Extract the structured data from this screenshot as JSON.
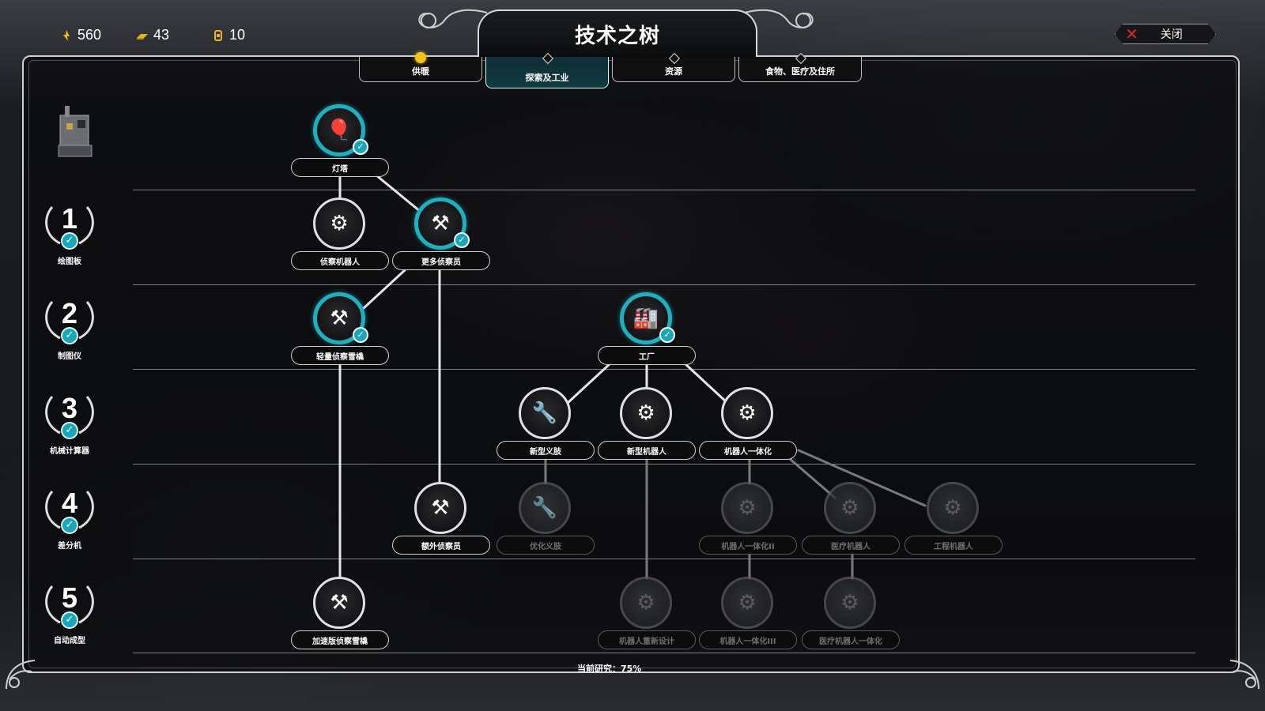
{
  "resources": [
    {
      "icon": "heat-icon",
      "value": "560"
    },
    {
      "icon": "steel-icon",
      "value": "43"
    },
    {
      "icon": "steam-core-icon",
      "value": "10"
    }
  ],
  "title": "技术之树",
  "close_label": "关闭",
  "tabs": [
    {
      "label": "供暖",
      "active": false
    },
    {
      "label": "探索及工业",
      "active": true
    },
    {
      "label": "资源",
      "active": false
    },
    {
      "label": "食物、医疗及住所",
      "active": false
    }
  ],
  "tiers": [
    {
      "num": "1",
      "label": "绘图板"
    },
    {
      "num": "2",
      "label": "制图仪"
    },
    {
      "num": "3",
      "label": "机械计算器"
    },
    {
      "num": "4",
      "label": "差分机"
    },
    {
      "num": "5",
      "label": "自动成型"
    }
  ],
  "nodes": [
    {
      "label": "灯塔",
      "icon": "balloon-icon",
      "state": "done"
    },
    {
      "label": "侦察机器人",
      "icon": "scout-automaton-icon",
      "state": "available"
    },
    {
      "label": "更多侦察员",
      "icon": "more-scouts-icon",
      "state": "done"
    },
    {
      "label": "轻量侦察雪橇",
      "icon": "sledge-icon",
      "state": "done"
    },
    {
      "label": "工厂",
      "icon": "factory-icon",
      "state": "done"
    },
    {
      "label": "新型义肢",
      "icon": "prosthesis-icon",
      "state": "available"
    },
    {
      "label": "新型机器人",
      "icon": "automaton-icon",
      "state": "available"
    },
    {
      "label": "机器人一体化",
      "icon": "integration-icon",
      "state": "available"
    },
    {
      "label": "额外侦察员",
      "icon": "extra-scouts-icon",
      "state": "available"
    },
    {
      "label": "优化义肢",
      "icon": "prosthesis-icon",
      "state": "locked"
    },
    {
      "label": "机器人一体化II",
      "icon": "integration-icon",
      "state": "locked"
    },
    {
      "label": "医疗机器人",
      "icon": "medical-automaton-icon",
      "state": "locked"
    },
    {
      "label": "工程机器人",
      "icon": "engineer-automaton-icon",
      "state": "locked"
    },
    {
      "label": "加速版侦察雪橇",
      "icon": "fast-sledge-icon",
      "state": "available"
    },
    {
      "label": "机器人重新设计",
      "icon": "automaton-icon",
      "state": "locked"
    },
    {
      "label": "机器人一体化III",
      "icon": "integration-icon",
      "state": "locked"
    },
    {
      "label": "医疗机器人一体化",
      "icon": "medical-automaton-icon",
      "state": "locked"
    }
  ],
  "research_status": "当前研究：75%",
  "colors": {
    "accent": "#1fb0c0",
    "close": "#d42a2a",
    "heat": "#f2c21a"
  }
}
